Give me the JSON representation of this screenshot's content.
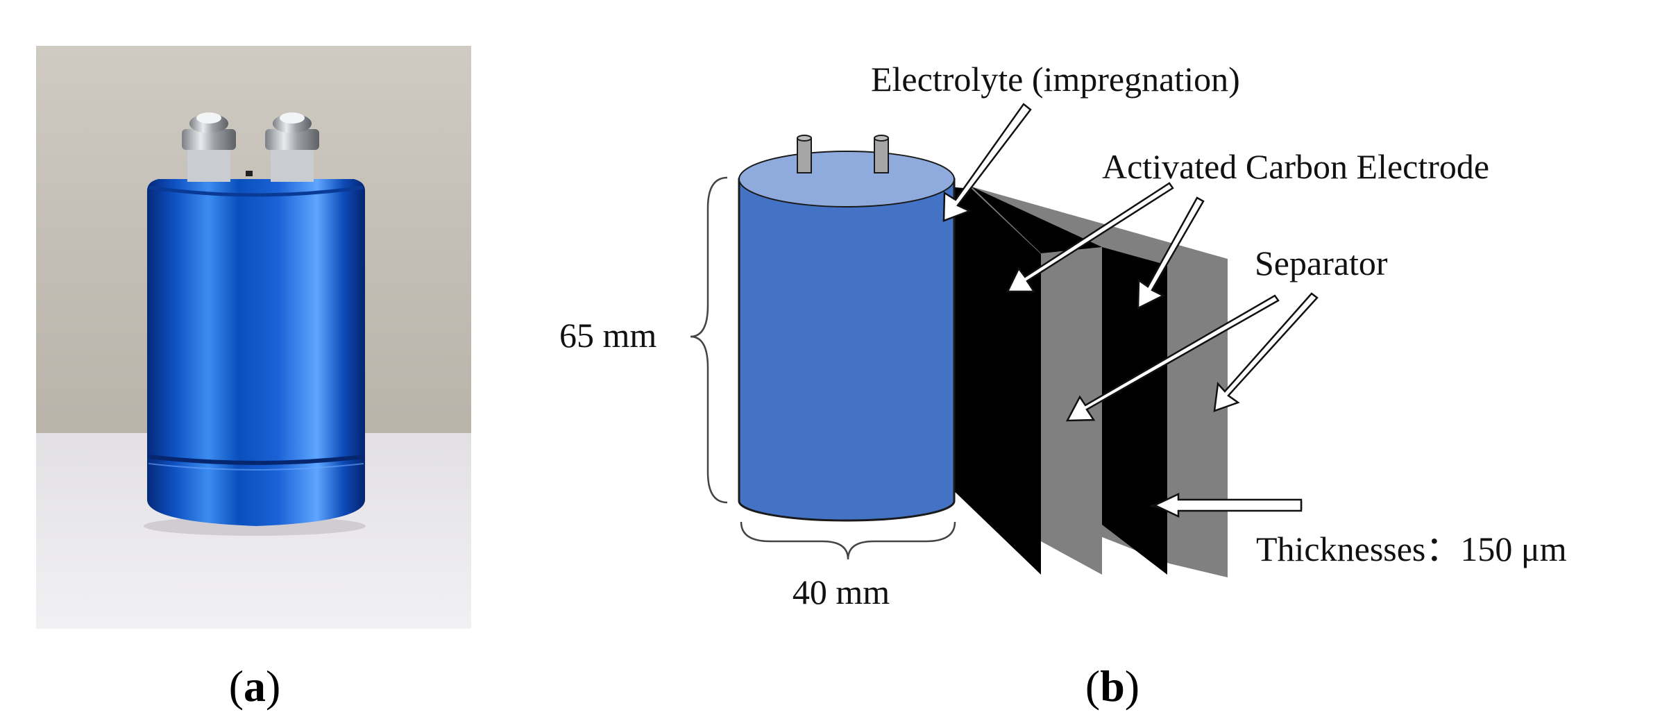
{
  "panels": {
    "a": {
      "label_open": "(",
      "label_letter": "a",
      "label_close": ")"
    },
    "b": {
      "label_open": "(",
      "label_letter": "b",
      "label_close": ")"
    }
  },
  "annotations": {
    "electrolyte": "Electrolyte (impregnation)",
    "electrode": "Activated Carbon Electrode",
    "separator": "Separator",
    "thickness": "Thicknesses：150 μm",
    "height": "65 mm",
    "width": "40 mm"
  },
  "colors": {
    "can_blue": "#4472c4",
    "can_top": "#8faadc",
    "electrode": "#000000",
    "separator": "#808080",
    "terminal": "#a6a6a6"
  }
}
